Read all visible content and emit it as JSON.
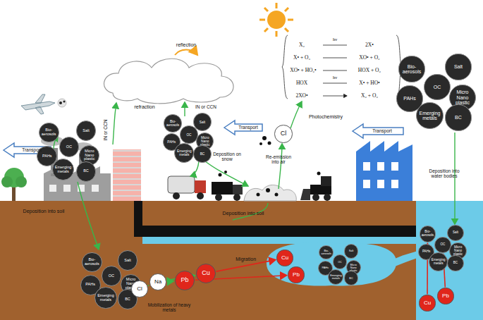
{
  "diagram": {
    "nodes": [
      {
        "text": [
          "Bio-aerosols"
        ]
      },
      {
        "text": [
          "Salt"
        ]
      },
      {
        "text": [
          "OC"
        ]
      },
      {
        "text": [
          "PAHs"
        ]
      },
      {
        "text": [
          "Micro Nano plastic"
        ]
      },
      {
        "text": [
          "Emerging metals"
        ]
      },
      {
        "text": [
          "BC"
        ]
      },
      {
        "text": [
          "Bio-aerosols"
        ]
      },
      {
        "text": [
          "Salt"
        ]
      },
      {
        "text": [
          "OC"
        ]
      },
      {
        "text": [
          "PAHs"
        ]
      },
      {
        "text": [
          "Micro Nano plastic"
        ]
      },
      {
        "text": [
          "Emerging metals"
        ]
      },
      {
        "text": [
          "BC"
        ]
      },
      {
        "text": [
          "Cl"
        ]
      },
      {
        "text": [
          "Bio-aerosols"
        ]
      },
      {
        "text": [
          "Salt"
        ]
      },
      {
        "text": [
          "OC"
        ]
      },
      {
        "text": [
          "PAHs"
        ]
      },
      {
        "text": [
          "Micro Nano plastic"
        ]
      },
      {
        "text": [
          "Emerging metals"
        ]
      },
      {
        "text": [
          "BC"
        ]
      },
      {
        "text": [
          "Bio-aerosols"
        ]
      },
      {
        "text": [
          "Salt"
        ]
      },
      {
        "text": [
          "OC"
        ]
      },
      {
        "text": [
          "PAHs"
        ]
      },
      {
        "text": [
          "Micro Nano plastic"
        ]
      },
      {
        "text": [
          "Emerging metals"
        ]
      },
      {
        "text": [
          "BC"
        ]
      },
      {
        "text": [
          "Cl"
        ]
      },
      {
        "text": [
          "Na"
        ]
      },
      {
        "text": [
          "Pb"
        ]
      },
      {
        "text": [
          "Cu"
        ]
      },
      {
        "text": [
          "Bio-aerosols"
        ]
      },
      {
        "text": [
          "Salt"
        ]
      },
      {
        "text": [
          "OC"
        ]
      },
      {
        "text": [
          "PAHs"
        ]
      },
      {
        "text": [
          "Micro Nano plastic"
        ]
      },
      {
        "text": [
          "Emerging metals"
        ]
      },
      {
        "text": [
          "BC"
        ]
      },
      {
        "text": [
          "Cu"
        ]
      },
      {
        "text": [
          "Pb"
        ]
      },
      {
        "text": [
          "Bio-aerosols"
        ]
      },
      {
        "text": [
          "Salt"
        ]
      },
      {
        "text": [
          "OC"
        ]
      },
      {
        "text": [
          "PAHs"
        ]
      },
      {
        "text": [
          "Micro Nano plastic"
        ]
      },
      {
        "text": [
          "Emerging metals"
        ]
      },
      {
        "text": [
          "BC"
        ]
      },
      {
        "text": [
          "Cu"
        ]
      },
      {
        "text": [
          "Pb"
        ]
      }
    ],
    "edges": [
      {
        "from": 29,
        "to": 30,
        "arrow": "none"
      },
      {
        "from": 30,
        "to": 31,
        "arrow": "to"
      },
      {
        "from": 30,
        "to": 32,
        "arrow": "to"
      },
      {
        "from": 32,
        "to": 40,
        "arrow": "to",
        "label": "Migration"
      },
      {
        "from": 31,
        "to": 41,
        "arrow": "to"
      },
      {
        "from": 49,
        "to": 42,
        "arrow": "to"
      },
      {
        "from": 50,
        "to": 44,
        "arrow": "to"
      }
    ],
    "labels": [
      "reflection",
      "refraction",
      "IN or CCN",
      "IN or CCN",
      "Transport",
      "Transport",
      "Transport",
      "Deposition into soil",
      "Deposition on snow",
      "Re-emission into air",
      "Photochemistry",
      "Deposition into water bodies",
      "Deposition into soil",
      "Mobilization of heavy metals",
      "X₂",
      "hν",
      "2X•",
      "X• + O₃",
      "XO• + O₂",
      "XO• + HO₂•",
      "HOX + O₂",
      "HOX",
      "hν",
      "X• + HO•",
      "2XO•",
      "X₂ + O₂"
    ]
  }
}
